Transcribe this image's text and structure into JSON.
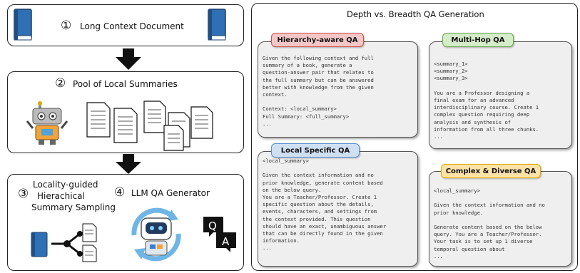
{
  "left": {
    "step1": {
      "num": "①",
      "label": "Long Context Document"
    },
    "step2": {
      "num": "②",
      "label": "Pool of Local Summaries"
    },
    "step3": {
      "num": "③",
      "label_lines": [
        "Locality-guided",
        "Hierachical",
        "Summary Sampling"
      ]
    },
    "step4": {
      "num": "④",
      "label": "LLM QA Generator"
    },
    "qa_icon": {
      "q": "Q",
      "a": "A"
    }
  },
  "right": {
    "title": "Depth vs. Breadth QA Generation",
    "cards": [
      {
        "tag": "Hierarchy-aware QA",
        "tag_bg": "#f4c7c7",
        "tag_border": "#d05050",
        "text": "Given the following context and full\nsummary of a book, generate a\nquestion-answer pair that relates to\nthe full summary but can be answered\nbetter with knowledge from the given\ncontext.\n\nContext: <local_summary>\nFull Summary: <full_summary>\n..."
      },
      {
        "tag": "Multi-Hop QA",
        "tag_bg": "#d4ecc8",
        "tag_border": "#6aa84f",
        "text": "<summary_1>\n<summary_2>\n<summary_3>\n\nYou are a Professor designing a\nfinal exam for an advanced\ninterdisciplinary course. Create 1\ncomplex question requiring deep\nanalysis and synthesis of\ninformation from all three chunks.\n..."
      },
      {
        "tag": "Local Specific QA",
        "tag_bg": "#cfe0f3",
        "tag_border": "#5b8fcf",
        "text": "<local_summary>\n\nGiven the context information and no\nprior knowledge, generate content based\non the below query.\nYou are a Teacher/Professor. Create 1\nspecific question about the details,\nevents, characters, and settings from\nthe context provided. This question\nshould have an exact, unambiguous answer\nthat can be directly found in the given\ninformation.\n..."
      },
      {
        "tag": "Complex & Diverse QA",
        "tag_bg": "#fbe3a8",
        "tag_border": "#e0a800",
        "text": "<local_summary>\n\nGiven the context information and no\nprior knowledge.\n\nGenerate content based on the below\nquery. You are a Teacher/Professor.\nYour task is to set up 1 diverse\ntemporal question about\n..."
      }
    ]
  }
}
